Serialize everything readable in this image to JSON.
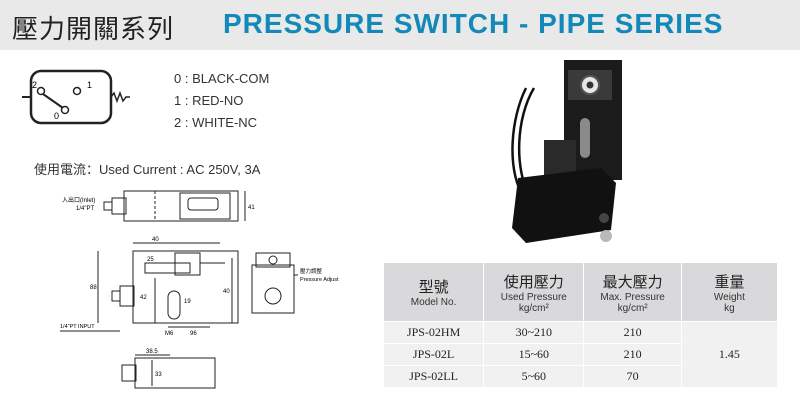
{
  "header": {
    "title_cn": "壓力開關系列",
    "title_en": "PRESSURE SWITCH - PIPE SERIES"
  },
  "wiring": {
    "terminals": [
      "2",
      "1",
      "0"
    ],
    "legend": [
      "0 : BLACK-COM",
      "1 : RED-NO",
      "2 : WHITE-NC"
    ]
  },
  "current_text": "使用電流：Used Current : AC 250V, 3A",
  "drawing": {
    "inlet_label_cn": "入出口(Inlet)",
    "inlet_label_pt": "1/4\"PT",
    "pressure_adjust_cn": "壓力調整",
    "pressure_adjust_en": "Pressure Adjust",
    "input_label": "1/4\"PT INPUT",
    "dims": {
      "d41": "41",
      "d40": "40",
      "d25": "25",
      "d88": "88",
      "d42": "42",
      "d19": "19",
      "d40b": "40",
      "m6": "M6",
      "d96": "96",
      "d38_5": "38.5",
      "d33": "33"
    }
  },
  "table": {
    "headers": [
      {
        "cn": "型號",
        "en": "Model No."
      },
      {
        "cn": "使用壓力",
        "en": "Used Pressure",
        "unit": "kg/cm²"
      },
      {
        "cn": "最大壓力",
        "en": "Max. Pressure",
        "unit": "kg/cm²"
      },
      {
        "cn": "重量",
        "en": "Weight",
        "unit": "kg"
      }
    ],
    "rows": [
      {
        "model": "JPS-02HM",
        "used": "30~210",
        "max": "210"
      },
      {
        "model": "JPS-02L",
        "used": "15~60",
        "max": "210"
      },
      {
        "model": "JPS-02LL",
        "used": "5~60",
        "max": "70"
      }
    ],
    "weight": "1.45"
  },
  "colors": {
    "title_blue": "#1289b8",
    "header_gray": "#e9e9ea",
    "table_header": "#d9d9db",
    "table_body": "#f1f1f2"
  }
}
